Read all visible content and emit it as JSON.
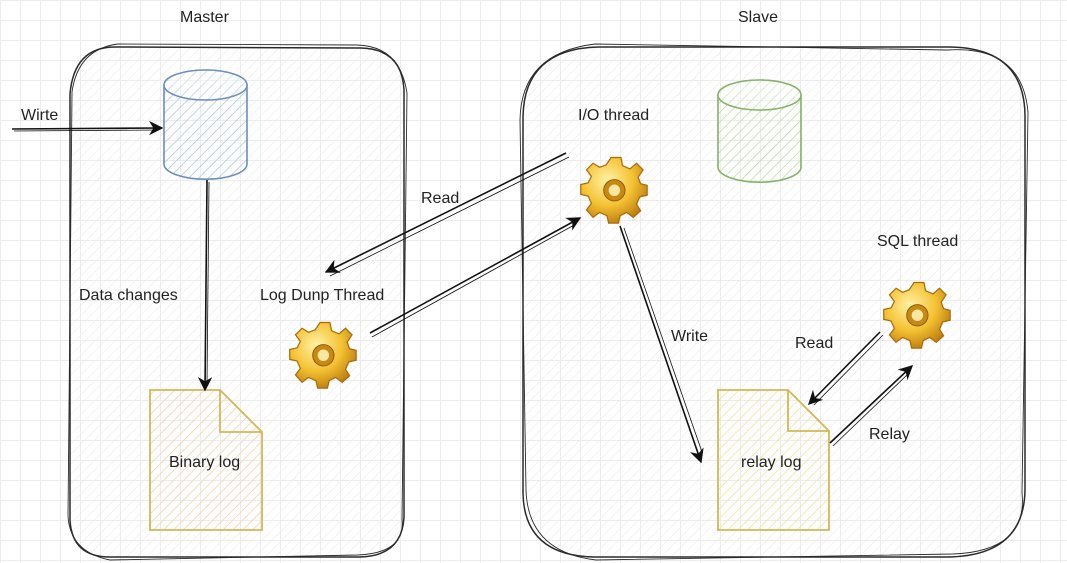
{
  "groups": {
    "master": "Master",
    "slave": "Slave"
  },
  "labels": {
    "write_in": "Wirte",
    "data_changes": "Data changes",
    "binary_log": "Binary log",
    "log_dump_thread": "Log Dunp Thread",
    "read_top": "Read",
    "io_thread": "I/O thread",
    "sql_thread": "SQL thread",
    "write_slave": "Write",
    "read_slave": "Read",
    "relay_arrow": "Relay",
    "relay_log": "relay log"
  },
  "colors": {
    "master_db": "#6c8ebf",
    "slave_db": "#82b366",
    "binary_log": "#d6b656",
    "relay_log": "#d6b656",
    "gear": "#e3a21a"
  },
  "icons": {
    "master_db": "database-icon",
    "slave_db": "database-icon",
    "log_dump_gear": "gear-icon",
    "io_gear": "gear-icon",
    "sql_gear": "gear-icon"
  }
}
